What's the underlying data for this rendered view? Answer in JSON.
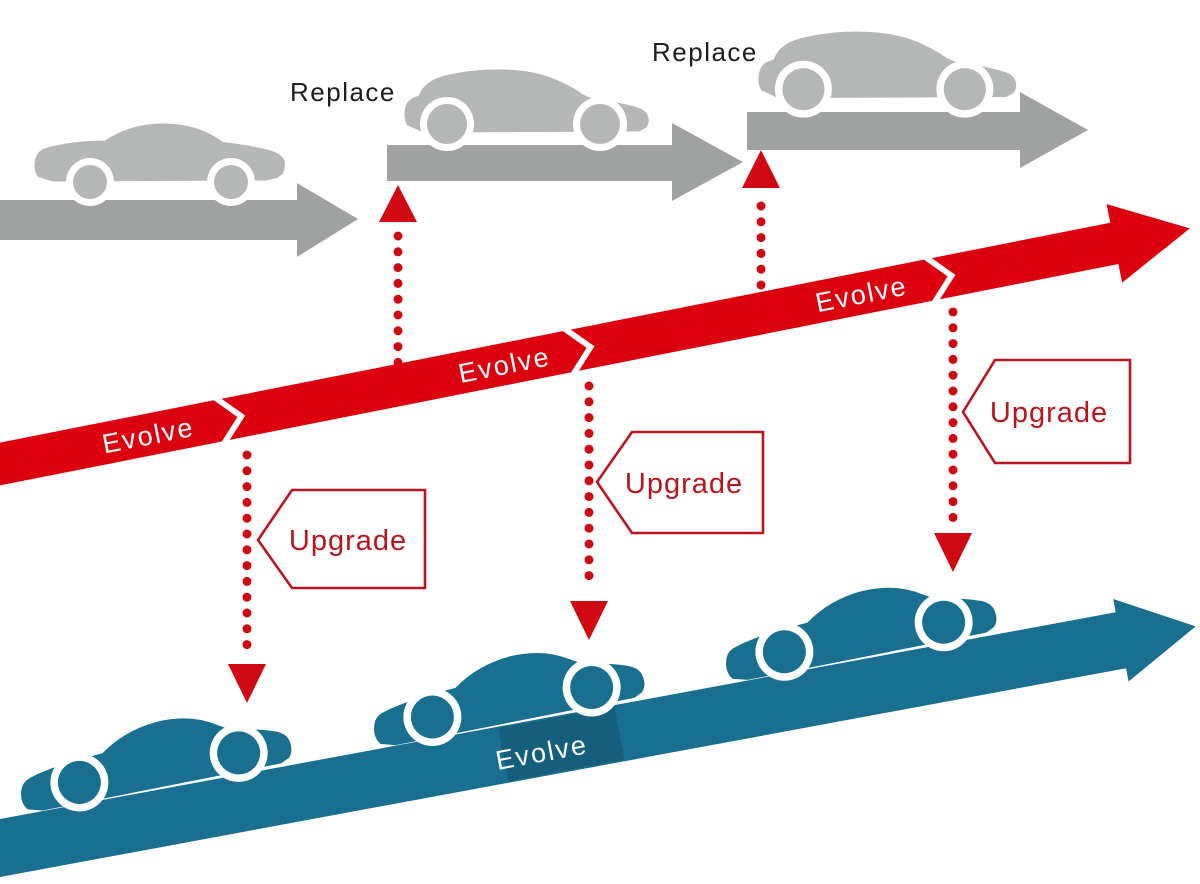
{
  "colors": {
    "gray_car": "#b5b6b6",
    "gray_arrow": "#a0a1a1",
    "red": "#dc000f",
    "red_accent": "#cf0812",
    "red_deep": "#b9141f",
    "blue": "#186f8f",
    "blue_shade": "#145f7c",
    "text_black": "#1d1d1d"
  },
  "top_track": {
    "replace_label_1": "Replace",
    "replace_label_2": "Replace"
  },
  "red_track": {
    "segment_labels": [
      "Evolve",
      "Evolve",
      "Evolve"
    ]
  },
  "upgrade_tags": {
    "tag_1": "Upgrade",
    "tag_2": "Upgrade",
    "tag_3": "Upgrade"
  },
  "blue_track": {
    "evolve_label": "Evolve"
  }
}
